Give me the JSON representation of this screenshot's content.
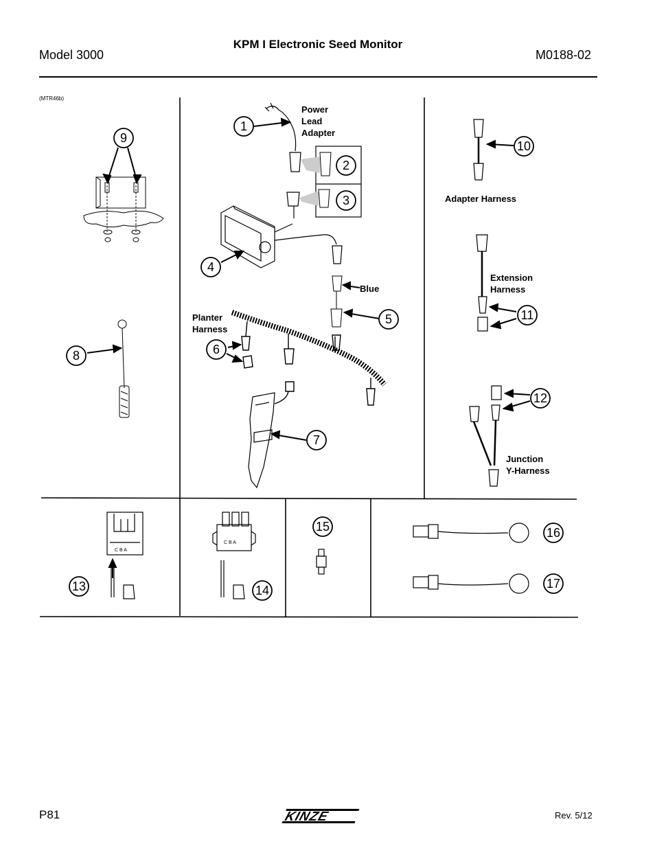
{
  "header": {
    "model": "Model 3000",
    "title": "KPM I Electronic Seed Monitor",
    "doc_code": "M0188-02"
  },
  "figure": {
    "code": "(MTR46b)",
    "callouts": [
      "1",
      "2",
      "3",
      "4",
      "5",
      "6",
      "7",
      "8",
      "9",
      "10",
      "11",
      "12",
      "13",
      "14",
      "15",
      "16",
      "17"
    ],
    "labels": {
      "power_lead_adapter": "Power\nLead\nAdapter",
      "blue": "Blue",
      "planter_harness": "Planter\nHarness",
      "adapter_harness": "Adapter Harness",
      "extension_harness": "Extension\nHarness",
      "junction_y_harness": "Junction\nY-Harness"
    },
    "connector_text": "C  B  A"
  },
  "footer": {
    "page": "P81",
    "brand": "KINZE",
    "revision": "Rev. 5/12"
  }
}
